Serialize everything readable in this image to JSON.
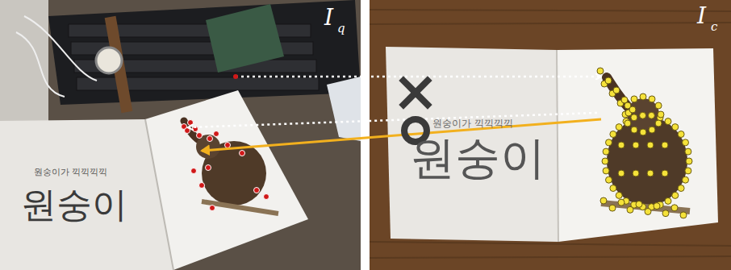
{
  "diagram": {
    "labels": [
      "I",
      "q",
      "원숭이가 끽끽끽끽",
      "원숭이",
      "I",
      "c",
      "원숭이가 끽끽끽끽",
      "원숭이"
    ]
  }
}
